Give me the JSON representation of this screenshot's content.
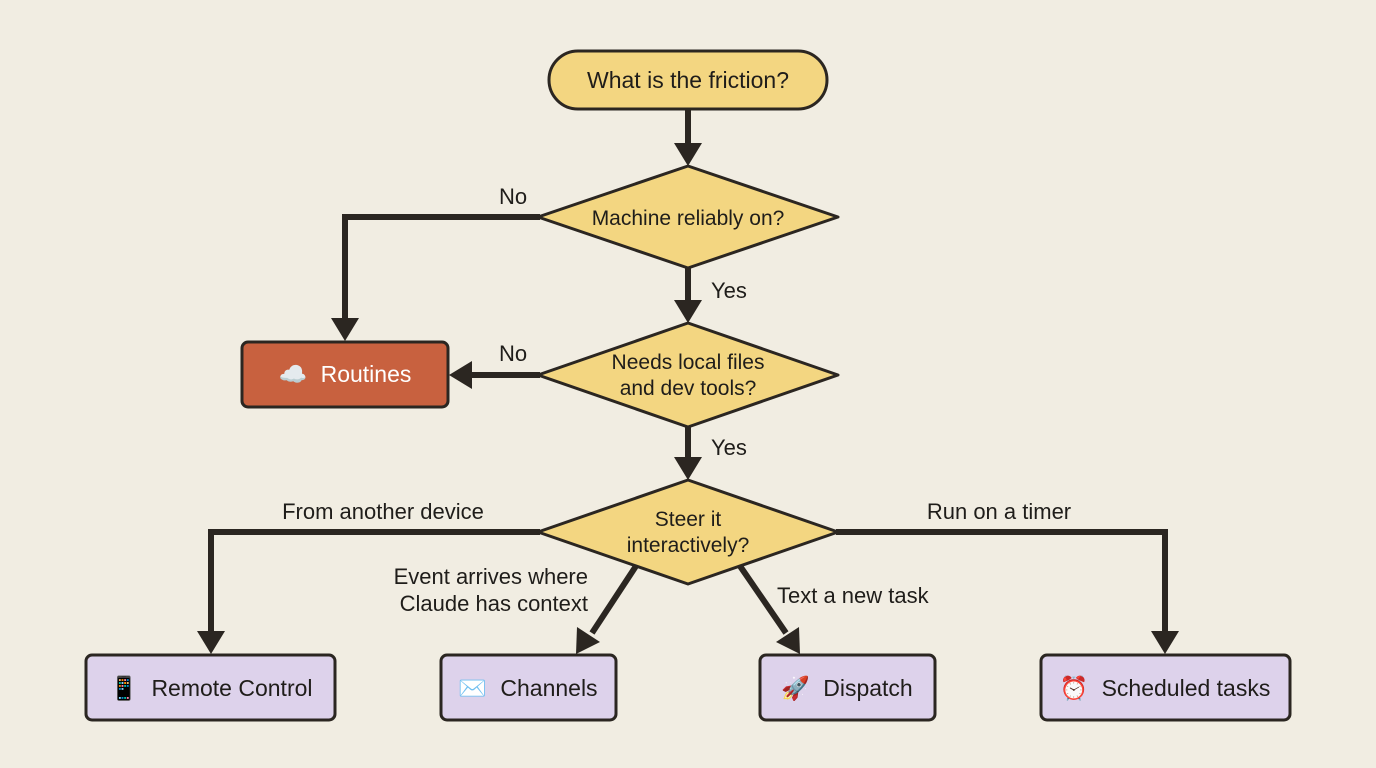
{
  "nodes": {
    "start": {
      "label": "What is the friction?"
    },
    "q1": {
      "label": "Machine reliably on?"
    },
    "q2": {
      "lines": [
        "Needs local files",
        "and dev tools?"
      ]
    },
    "q3": {
      "lines": [
        "Steer it",
        "interactively?"
      ]
    },
    "routines": {
      "icon": "☁️",
      "label": "Routines"
    },
    "remote": {
      "icon": "📱",
      "label": "Remote Control"
    },
    "channels": {
      "icon": "✉️",
      "label": "Channels"
    },
    "dispatch": {
      "icon": "🚀",
      "label": "Dispatch"
    },
    "scheduled": {
      "icon": "⏰",
      "label": "Scheduled tasks"
    }
  },
  "edges": {
    "q1_no": "No",
    "q1_yes": "Yes",
    "q2_no": "No",
    "q2_yes": "Yes",
    "q3_remote": "From another device",
    "q3_channels": [
      "Event arrives where",
      "Claude has context"
    ],
    "q3_dispatch": "Text a new task",
    "q3_scheduled": "Run on a timer"
  },
  "colors": {
    "background": "#f1ede2",
    "decision_fill": "#f3d681",
    "routines_fill": "#c8613f",
    "outcome_fill": "#ddd2eb",
    "stroke": "#2b2621"
  }
}
